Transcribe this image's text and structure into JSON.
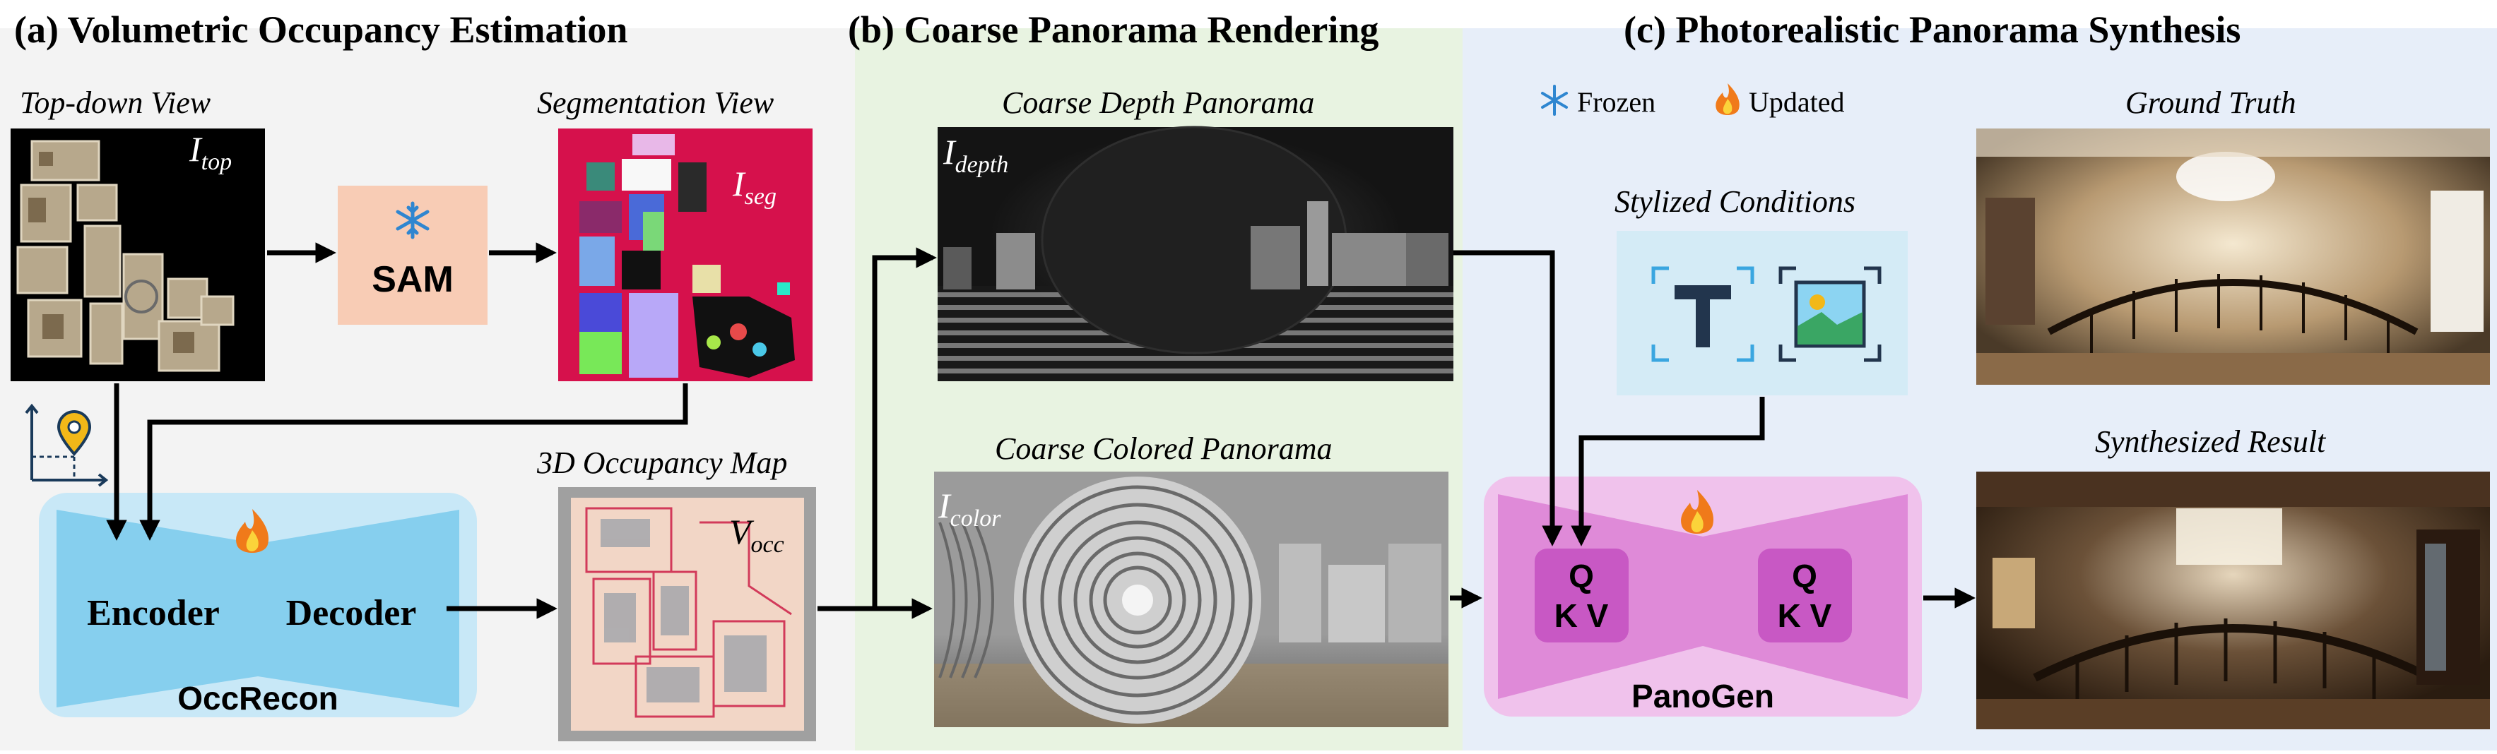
{
  "sections": {
    "a_title": "(a) Volumetric Occupancy Estimation",
    "b_title": "(b) Coarse Panorama Rendering",
    "c_title": "(c) Photorealistic Panorama Synthesis"
  },
  "labels": {
    "top_down_view": "Top-down View",
    "segmentation_view": "Segmentation View",
    "occupancy_map": "3D Occupancy Map",
    "coarse_depth": "Coarse Depth Panorama",
    "coarse_colored": "Coarse Colored Panorama",
    "stylized_conditions": "Stylized Conditions",
    "ground_truth": "Ground Truth",
    "synthesized_result": "Synthesized Result"
  },
  "symbols": {
    "top": {
      "main": "I",
      "sub": "top"
    },
    "seg": {
      "main": "I",
      "sub": "seg"
    },
    "occ": {
      "main": "V",
      "sub": "occ"
    },
    "depth": {
      "main": "I",
      "sub": "depth"
    },
    "color": {
      "main": "I",
      "sub": "color"
    }
  },
  "modules": {
    "sam": "SAM",
    "encoder": "Encoder",
    "decoder": "Decoder",
    "occrecon": "OccRecon",
    "panogen": "PanoGen",
    "q": "Q",
    "kv": "K V"
  },
  "legend": {
    "frozen": "Frozen",
    "updated": "Updated"
  },
  "colors": {
    "panel_a_bg": "#f3f3f3",
    "panel_b_bg": "#e8f3e1",
    "panel_c_bg": "#e7eef9",
    "sam_box": "#f8ccb5",
    "occrecon_bg": "#c8e8f7",
    "encoder_fill": "#86cfee",
    "panogen_bg": "#f0c2ec",
    "panogen_fill": "#df8ad8",
    "qkv_fill": "#c858c4",
    "seg_bg": "#d6114c",
    "conditions_bg": "#d4ebf6",
    "snowflake": "#2f86d0",
    "flame": "#f07a1a"
  },
  "icons": [
    "snowflake-icon",
    "flame-icon",
    "location-pin-icon",
    "text-t-icon",
    "image-icon"
  ]
}
